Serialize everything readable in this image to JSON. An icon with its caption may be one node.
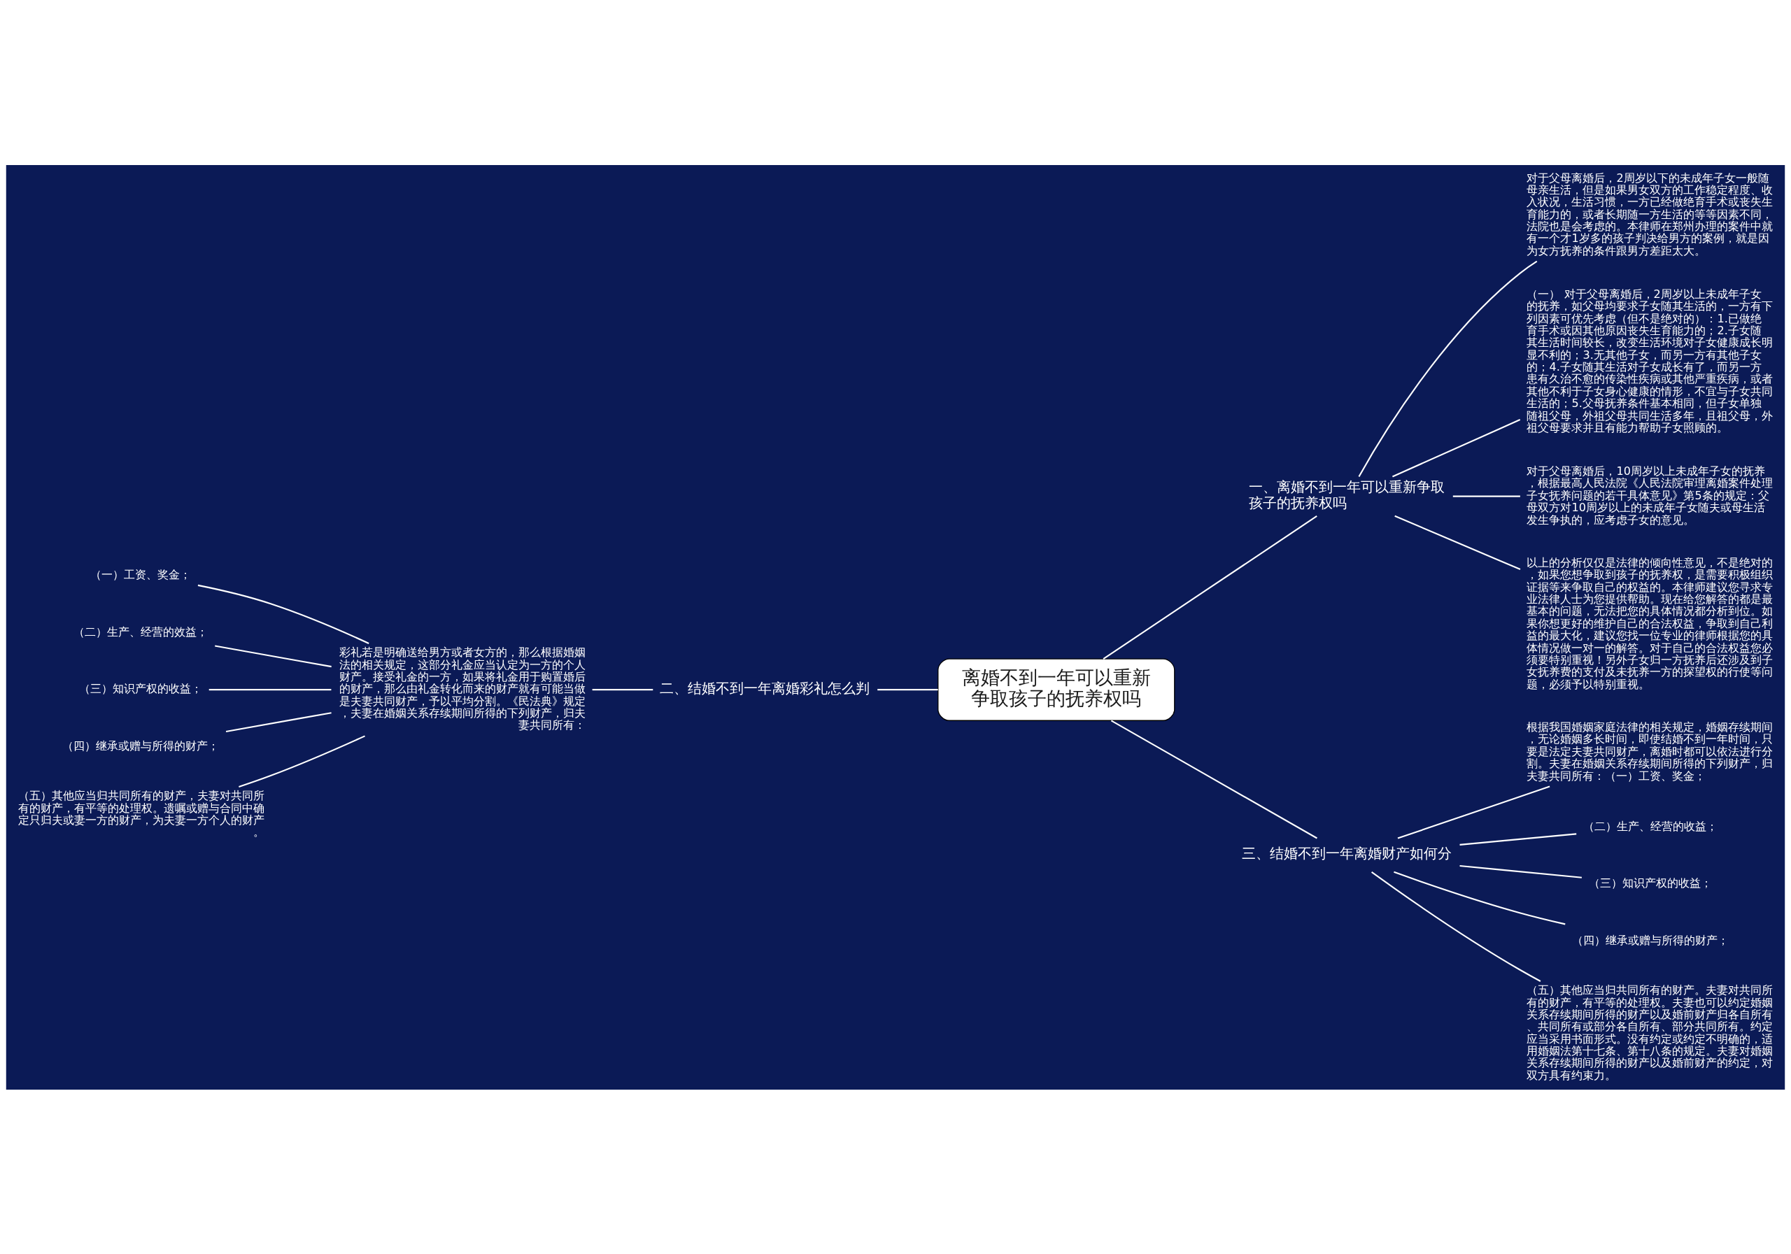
{
  "diagram": {
    "nodes": [
      {
        "text": [
          "离婚不到一年可以重新争取孩子的抚养权吗"
        ]
      },
      {
        "text": [
          "一、离婚不到一年可以重新争取孩子的抚养权吗"
        ]
      },
      {
        "text": [
          "对于父母离婚后，2周岁以下的未成年子女一般随母亲生活，但是如果男女双方的工作稳定程度、收入状况，生活习惯，一方已经做绝育手术或丧失生育能力的，或者长期随一方生活的等等因素不同，法院也是会考虑的。本律师在郑州办理的案件中就有一个才1岁多的孩子判决给男方的案例，就是因为女方抚养的条件跟男方差距太大。"
        ]
      },
      {
        "text": [
          "（一） 对于父母离婚后，2周岁以上未成年子女的抚养，如父母均要求子女随其生活的，一方有下列因素可优先考虑（但不是绝对的）：1.已做绝育手术或因其他原因丧失生育能力的；2.子女随其生活时间较长，改变生活环境对子女健康成长明显不利的；3.无其他子女，而另一方有其他子女的；4.子女随其生活对子女成长有了，而另一方患有久治不愈的传染性疾病或其他严重疾病，或者其他不利于子女身心健康的情形，不宜与子女共同生活的；5.父母抚养条件基本相同，但子女单独随祖父母，外祖父母共同生活多年，且祖父母，外祖父母要求并且有能力帮助子女照顾的。"
        ]
      },
      {
        "text": [
          "对于父母离婚后，10周岁以上未成年子女的抚养，根据最高人民法院《人民法院审理离婚案件处理子女抚养问题的若干具体意见》第5条的规定：父母双方对10周岁以上的未成年子女随夫或母生活发生争执的，应考虑子女的意见。"
        ]
      },
      {
        "text": [
          "以上的分析仅仅是法律的倾向性意见，不是绝对的，如果您想争取到孩子的抚养权，是需要积极组织证据等来争取自己的权益的。本律师建议您寻求专业法律人士为您提供帮助。现在给您解答的都是最基本的问题，无法把您的具体情况都分析到位。如果你想更好的维护自己的合法权益，争取到自己利益的最大化，建议您找一位专业的律师根据您的具体情况做一对一的解答。对于自己的合法权益您必须要特别重视！另外子女归一方抚养后还涉及到子女抚养费的支付及未抚养一方的探望权的行使等问题，必须予以特别重视。"
        ]
      },
      {
        "text": [
          "二、结婚不到一年离婚彩礼怎么判"
        ]
      },
      {
        "text": [
          "彩礼若是明确送给男方或者女方的，那么根据婚姻法的相关规定，这部分礼金应当认定为一方的个人财产。接受礼金的一方，如果将礼金用于购置婚后的财产，那么由礼金转化而来的财产就有可能当做是夫妻共同财产，予以平均分割。《民法典》规定，夫妻在婚姻关系存续期间所得的下列财产，归夫妻共同所有："
        ]
      },
      {
        "text": [
          "（一）工资、奖金；"
        ]
      },
      {
        "text": [
          "（二）生产、经营的效益；"
        ]
      },
      {
        "text": [
          "（三）知识产权的收益；"
        ]
      },
      {
        "text": [
          "（四）继承或赠与所得的财产；"
        ]
      },
      {
        "text": [
          "（五）其他应当归共同所有的财产，夫妻对共同所有的财产，有平等的处理权。遗嘱或赠与合同中确定只归夫或妻一方的财产，为夫妻一方个人的财产。"
        ]
      },
      {
        "text": [
          "三、结婚不到一年离婚财产如何分"
        ]
      },
      {
        "text": [
          "根据我国婚姻家庭法律的相关规定，婚姻存续期间，无论婚姻多长时间，即使结婚不到一年时间，只要是法定夫妻共同财产，离婚时都可以依法进行分割。夫妻在婚姻关系存续期间所得的下列财产，归夫妻共同所有：（一）工资、奖金；"
        ]
      },
      {
        "text": [
          "（二）生产、经营的收益；"
        ]
      },
      {
        "text": [
          "（三）知识产权的收益；"
        ]
      },
      {
        "text": [
          "（四）继承或赠与所得的财产；"
        ]
      },
      {
        "text": [
          "（五）其他应当归共同所有的财产。夫妻对共同所有的财产，有平等的处理权。夫妻也可以约定婚姻关系存续期间所得的财产以及婚前财产归各自所有、共同所有或部分各自所有、部分共同所有。约定应当采用书面形式。没有约定或约定不明确的，适用婚姻法第十七条、第十八条的规定。夫妻对婚姻关系存续期间所得的财产以及婚前财产的约定，对双方具有约束力。"
        ]
      }
    ],
    "edges": [
      {
        "from": 0,
        "to": 1,
        "arrow": "none"
      },
      {
        "from": 1,
        "to": 2,
        "arrow": "none"
      },
      {
        "from": 1,
        "to": 3,
        "arrow": "none"
      },
      {
        "from": 1,
        "to": 4,
        "arrow": "none"
      },
      {
        "from": 1,
        "to": 5,
        "arrow": "none"
      },
      {
        "from": 0,
        "to": 6,
        "arrow": "none"
      },
      {
        "from": 6,
        "to": 7,
        "arrow": "none"
      },
      {
        "from": 7,
        "to": 8,
        "arrow": "none"
      },
      {
        "from": 7,
        "to": 9,
        "arrow": "none"
      },
      {
        "from": 7,
        "to": 10,
        "arrow": "none"
      },
      {
        "from": 7,
        "to": 11,
        "arrow": "none"
      },
      {
        "from": 7,
        "to": 12,
        "arrow": "none"
      },
      {
        "from": 0,
        "to": 13,
        "arrow": "none"
      },
      {
        "from": 13,
        "to": 14,
        "arrow": "none"
      },
      {
        "from": 13,
        "to": 15,
        "arrow": "none"
      },
      {
        "from": 13,
        "to": 16,
        "arrow": "none"
      },
      {
        "from": 13,
        "to": 17,
        "arrow": "none"
      },
      {
        "from": 13,
        "to": 18,
        "arrow": "none"
      }
    ]
  }
}
